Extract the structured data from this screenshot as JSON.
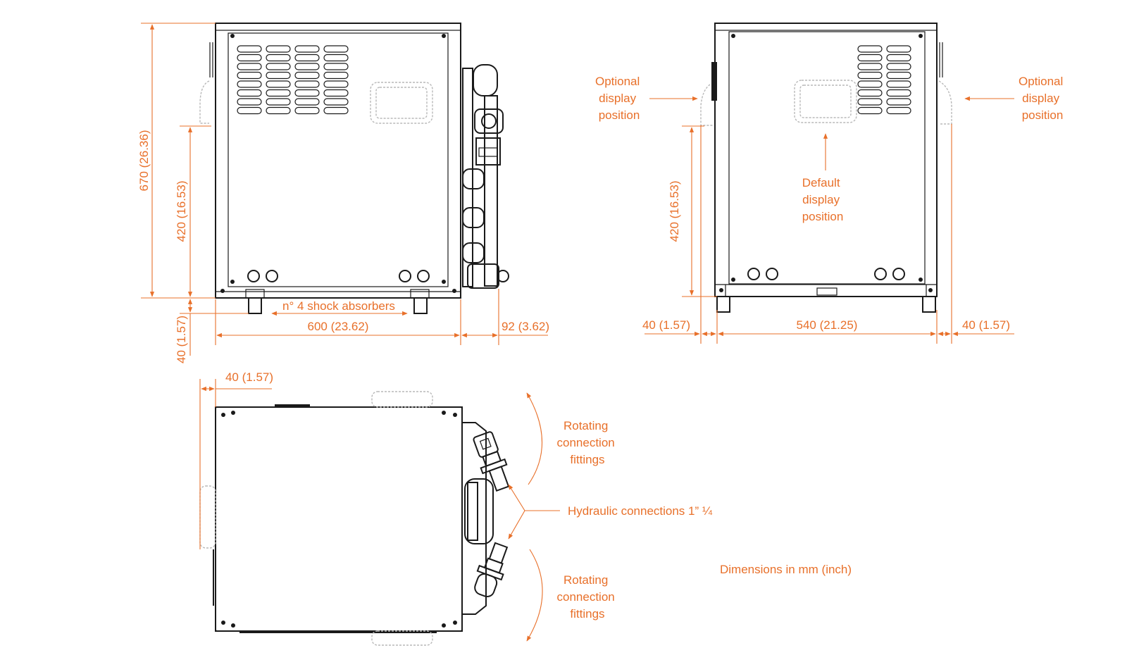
{
  "labels": {
    "height_total": "670 (26.36)",
    "height_display_front": "420 (16.53)",
    "height_display_side": "420 (16.53)",
    "foot_height": "40 (1.57)",
    "shock_absorbers": "n° 4 shock absorbers",
    "width_front": "600 (23.62)",
    "connection_depth": "92 (3.62)",
    "side_left_offset": "40 (1.57)",
    "width_side": "540 (21.25)",
    "side_right_offset": "40 (1.57)",
    "top_offset": "40 (1.57)",
    "optional_display_left": [
      "Optional",
      "display",
      "position"
    ],
    "optional_display_right": [
      "Optional",
      "display",
      "position"
    ],
    "default_display": [
      "Default",
      "display",
      "position"
    ],
    "rotating_top": [
      "Rotating",
      "connection",
      "fittings"
    ],
    "rotating_bottom": [
      "Rotating",
      "connection",
      "fittings"
    ],
    "hydraulic": "Hydraulic connections 1” ¼",
    "units_note": "Dimensions in mm (inch)"
  },
  "colors": {
    "accent": "#e8702a",
    "line": "#1a1a1a",
    "ghost": "#b8b8b8"
  },
  "icons": [
    "grille-vent",
    "display-panel",
    "hydraulic-fitting",
    "rotation-arrow"
  ]
}
